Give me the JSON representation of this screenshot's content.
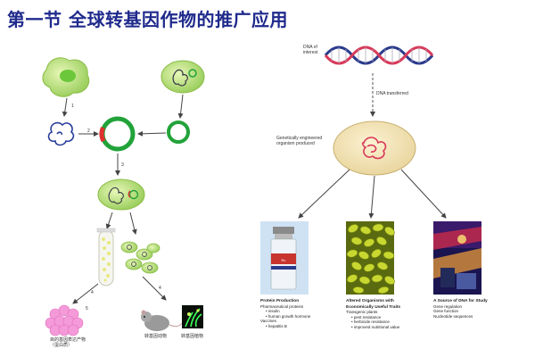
{
  "slide": {
    "title": "第一节 全球转基因作物的推广应用"
  },
  "left_diagram": {
    "step_numbers": [
      "1",
      "2",
      "3",
      "4",
      "4",
      "5"
    ],
    "labels": {
      "protein": "目的基因表达产物（蛋白质）",
      "animal": "转基因动物",
      "plant": "转基因植物"
    }
  },
  "right_diagram": {
    "dna_label": "DNA of interest",
    "dna_transferred": "DNA transferred",
    "organism_label": "Genetically engineered organism produced",
    "cards": [
      {
        "heading": "Protein Production",
        "lines": [
          "Pharmaceutical proteins",
          "• insulin",
          "• human growth hormone",
          "Vaccines",
          "• hepatitis B"
        ]
      },
      {
        "heading": "Altered Organisms with Economically Useful Traits",
        "lines": [
          "Transgenic plants",
          "• pest resistance",
          "• herbicide resistance",
          "• improved nutritional value"
        ]
      },
      {
        "heading": "A Source of DNA for Study",
        "lines": [
          "Gene regulation",
          "Gene function",
          "Nucleotide sequences"
        ]
      }
    ]
  },
  "colors": {
    "title": "#1f2a8c",
    "plasmid_green": "#22a33a",
    "cell_green": "#b8e07a",
    "insert_red": "#e03030",
    "dna_blue": "#2a3a8c",
    "dna_red": "#d83a5a",
    "egg_fill": "#f4e4b0",
    "arrow": "#444444"
  }
}
